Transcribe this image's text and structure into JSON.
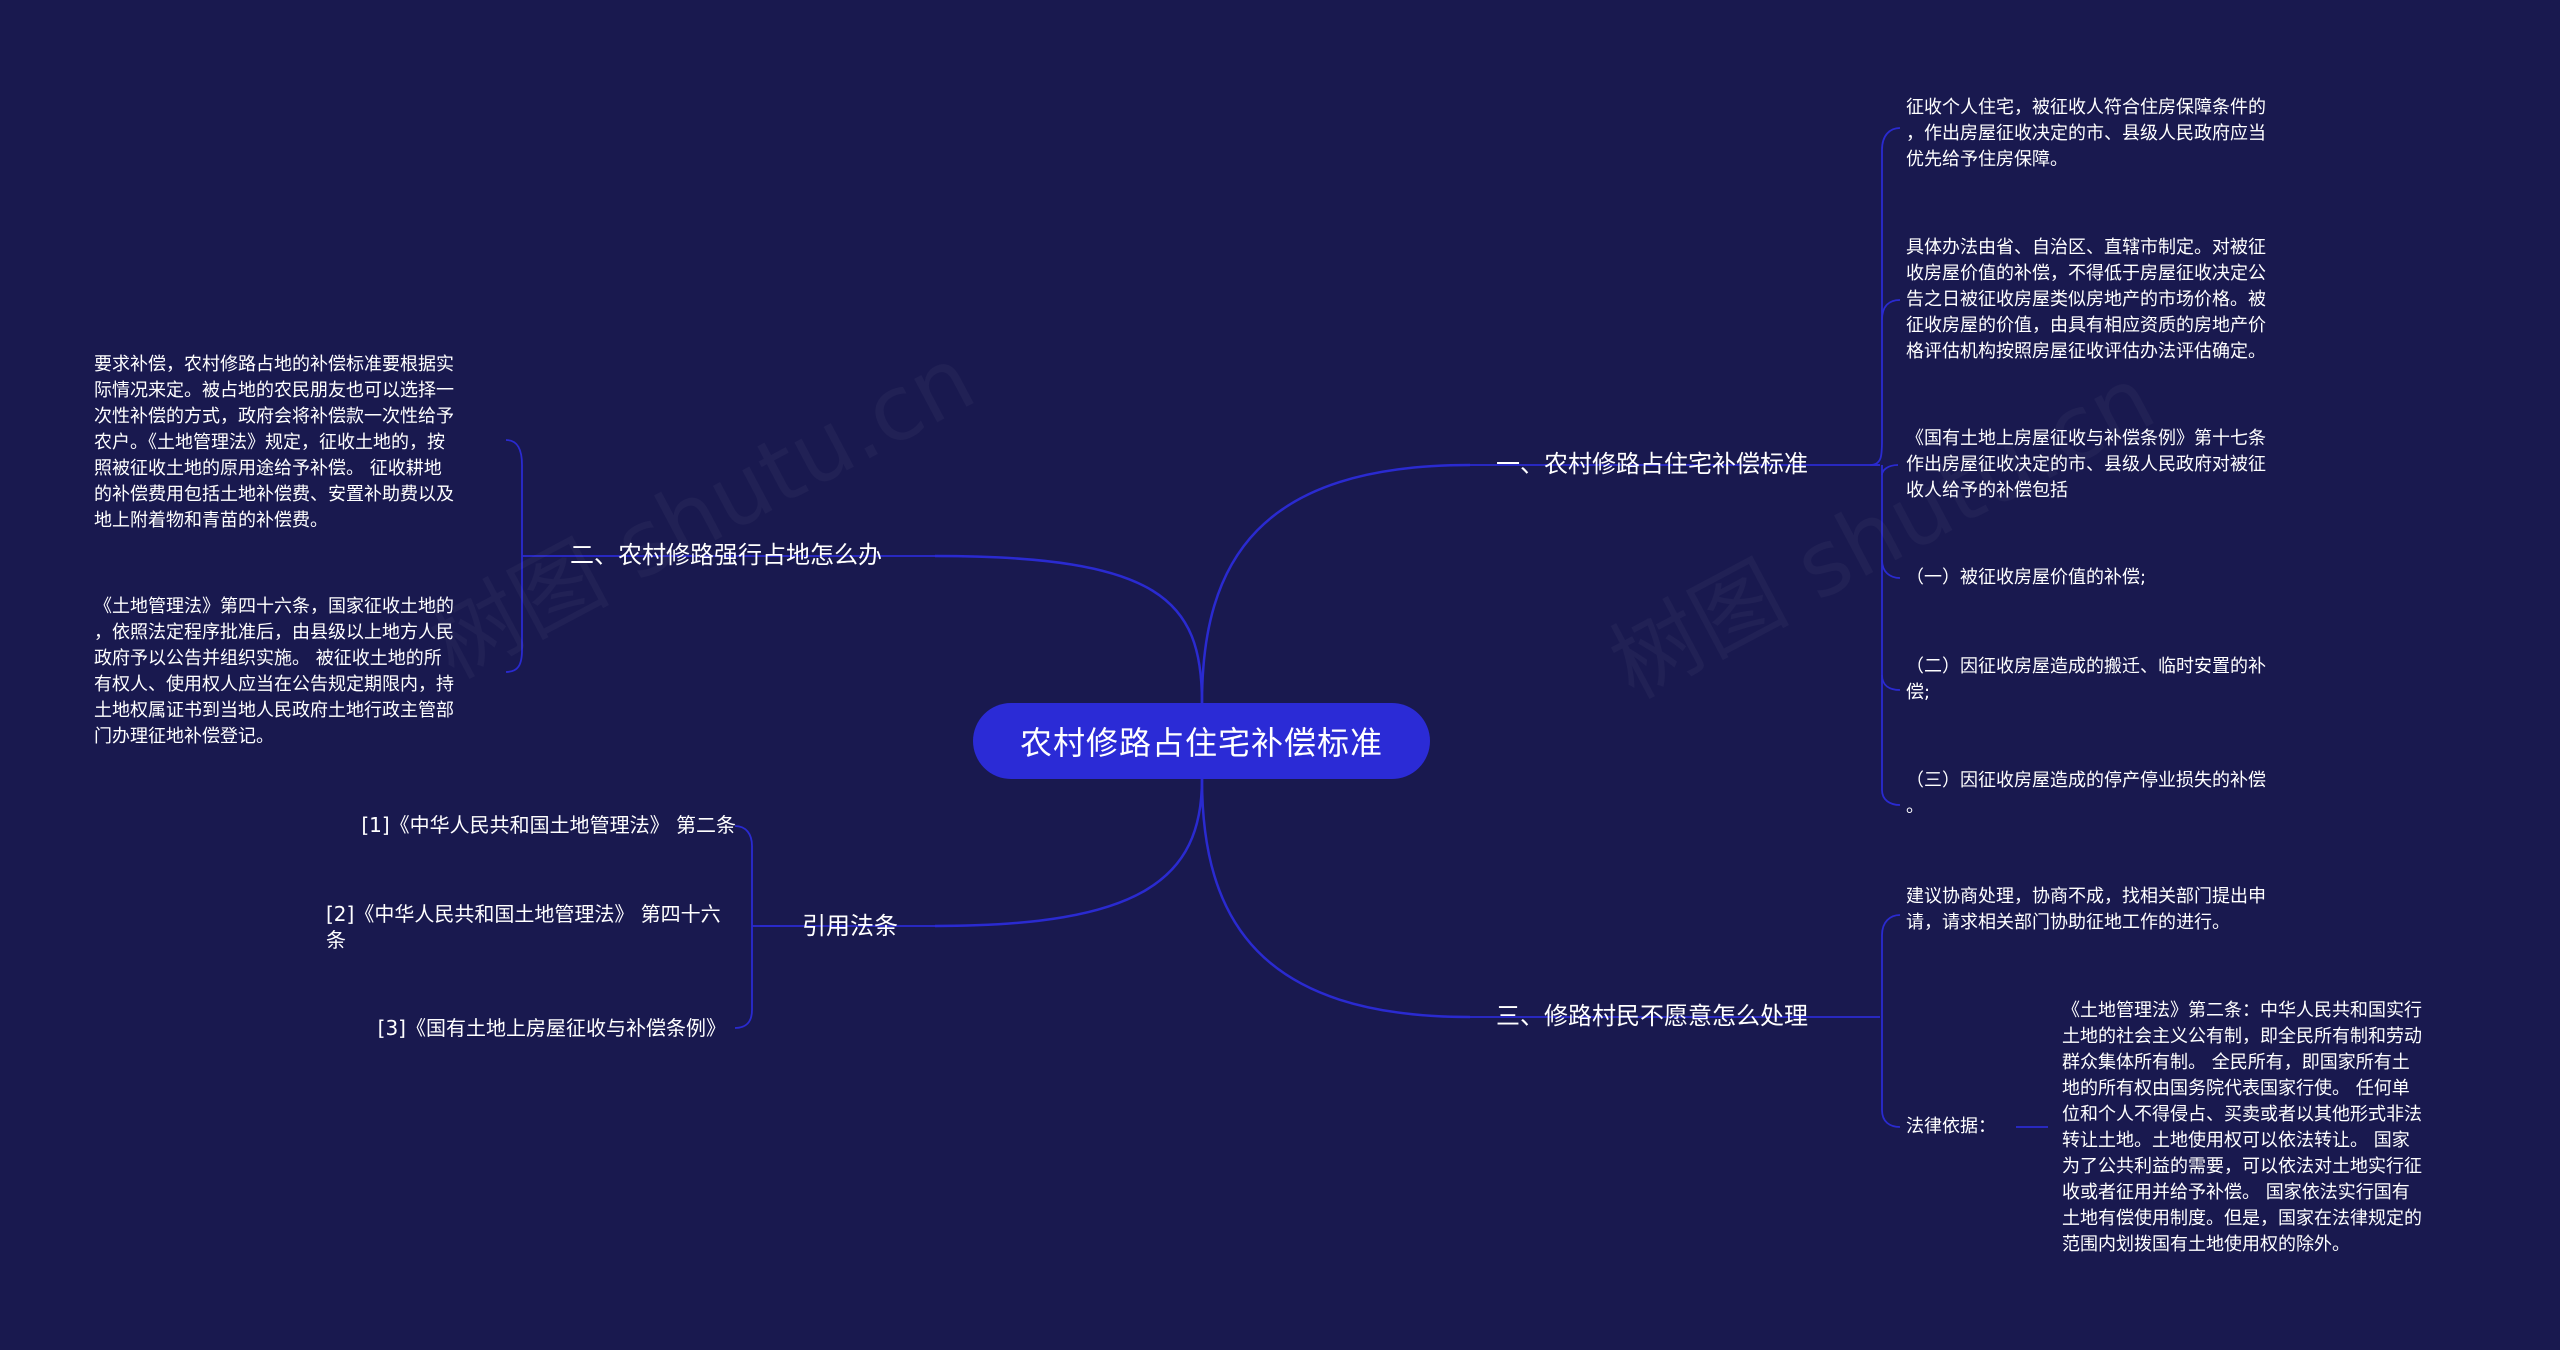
{
  "root": {
    "label": "农村修路占住宅补偿标准"
  },
  "colors": {
    "background": "#19194f",
    "root_fill": "#2b2bd6",
    "connector": "#2a2ad0"
  },
  "branches": {
    "b1": {
      "label": "一、农村修路占住宅补偿标准",
      "leaves": [
        "征收个人住宅，被征收人符合住房保障条件的\n，作出房屋征收决定的市、县级人民政府应当\n优先给予住房保障。",
        "具体办法由省、自治区、直辖市制定。对被征\n收房屋价值的补偿，不得低于房屋征收决定公\n告之日被征收房屋类似房地产的市场价格。被\n征收房屋的价值，由具有相应资质的房地产价\n格评估机构按照房屋征收评估办法评估确定。",
        "《国有土地上房屋征收与补偿条例》第十七条\n作出房屋征收决定的市、县级人民政府对被征\n收人给予的补偿包括",
        "（一）被征收房屋价值的补偿;",
        "（二）因征收房屋造成的搬迁、临时安置的补\n偿;",
        "（三）因征收房屋造成的停产停业损失的补偿\n。"
      ]
    },
    "b2": {
      "label": "二、农村修路强行占地怎么办",
      "leaves": [
        "要求补偿，农村修路占地的补偿标准要根据实\n际情况来定。被占地的农民朋友也可以选择一\n次性补偿的方式，政府会将补偿款一次性给予\n农户。《土地管理法》规定，征收土地的，按\n照被征收土地的原用途给予补偿。 征收耕地\n的补偿费用包括土地补偿费、安置补助费以及\n地上附着物和青苗的补偿费。",
        "《土地管理法》第四十六条，国家征收土地的\n，依照法定程序批准后，由县级以上地方人民\n政府予以公告并组织实施。 被征收土地的所\n有权人、使用权人应当在公告规定期限内，持\n土地权属证书到当地人民政府土地行政主管部\n门办理征地补偿登记。"
      ]
    },
    "b3": {
      "label": "三、修路村民不愿意怎么处理",
      "leaves": [
        "建议协商处理，协商不成，找相关部门提出申\n请，请求相关部门协助征地工作的进行。"
      ],
      "legal_label": "法律依据：",
      "legal_text": "《土地管理法》第二条：中华人民共和国实行\n土地的社会主义公有制，即全民所有制和劳动\n群众集体所有制。 全民所有，即国家所有土\n地的所有权由国务院代表国家行使。 任何单\n位和个人不得侵占、买卖或者以其他形式非法\n转让土地。土地使用权可以依法转让。 国家\n为了公共利益的需要，可以依法对土地实行征\n收或者征用并给予补偿。 国家依法实行国有\n土地有偿使用制度。但是，国家在法律规定的\n范围内划拨国有土地使用权的除外。"
    },
    "b4": {
      "label": "引用法条",
      "leaves": [
        "[1]《中华人民共和国土地管理法》 第二条",
        "[2]《中华人民共和国土地管理法》 第四十六\n条",
        "[3]《国有土地上房屋征收与补偿条例》"
      ]
    }
  },
  "watermarks": [
    "树图 shutu.cn",
    "树图 shutu.cn"
  ]
}
